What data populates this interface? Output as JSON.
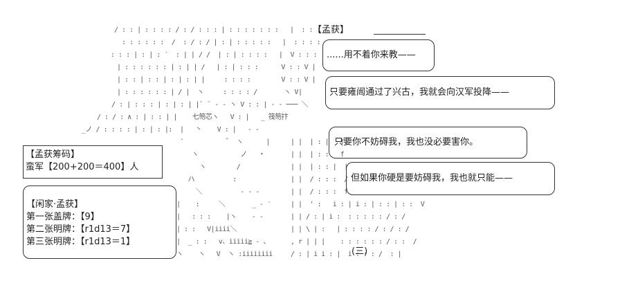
{
  "dialogue": {
    "speaker": "【孟获】",
    "lines": [
      "......用不着你来教——",
      "只要雍闿通过了兴古，我就会向汉军投降——",
      "只要你不妨碍我，我也没必要害你。",
      "但如果你硬是要妨碍我，我也就只能——"
    ]
  },
  "chips": {
    "title": "【孟获筹码】",
    "value": "蛮军【200+200＝400】人"
  },
  "status": {
    "title": "【闲家·孟获】",
    "rows": [
      "第一张盖牌：【9】",
      "第二张明牌：【r1d13＝7】",
      "第三张明牌：【r1d13＝1】"
    ]
  },
  "page_marker": "(三)",
  "art": {
    "l1": "/ : : | : : : : / : / : : : | : : : : : : :   |  : : :",
    "l2": "  : : : : : :  /  : / : / | : | : : : : :   |  : : : :",
    "l3": ": : : | : | : ′  : | | / /  | : | : : : :   |  V : : :",
    "l4": "  | : : : : : : | : | | /   | : | : : :      V : : V |",
    "l5": "  | : : | : : | : | : | |     : : : :        V : : V |",
    "l6": "  | : : : : : : | / |  ヽ     : : : : /       ヽ V|",
    "l7": "  / : | : : : | : | : | |` ¨ - - ヽ V : : | - - ─── ＼",
    "l8": "/ : / : ∧ : | : : | |    七笏芯ヽ   V : |   _ 筏笏抃",
    "l9": "_ノ / : : : : | : | : |:  |   丶    V : |   - ‐",
    "l10": " `           ゛ ヽ      |",
    "l11": "    ヽ           ノ   ・",
    "l12": "      ヽ        /",
    "l13": "   ハ          :",
    "l14": "     ＼          ‐ - -",
    "l15": "|    :     ＼       _ - ′",
    "l16": "|   : : :    |ヽ    ‐ ‐",
    "l17": "| : :   V|iiii＼",
    "l18": "|  _ : :   v、iiiii≧ - 、",
    "l19": "ヽ    ヽ   V  ヽ :iiiiiiii",
    "r1": "| |  | : |   f",
    "r2": "| |  | : :   f",
    "r3": "| |  | : : |  |",
    "r4": "| |  / : : :  /",
    "r5": "| |  / : : :  f",
    "r6": "| |  ' :   i : | i : | : : | : :  V",
    "r7": "| | / : | i :  : : : : : / : /",
    "r8": "| | \\ | :   | : : : : / : / : /",
    "r9": ", r | | |    : : : : : : / : :  /",
    "r10": "/ : | i i : |  i : : : /  : |"
  }
}
